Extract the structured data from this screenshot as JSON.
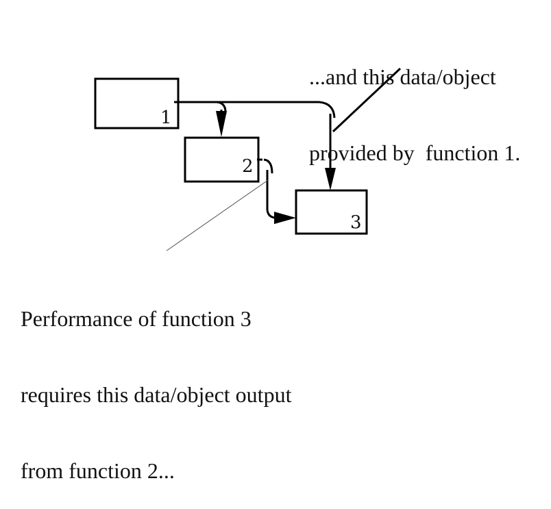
{
  "diagram": {
    "boxes": [
      {
        "id": "function-1",
        "label": "1"
      },
      {
        "id": "function-2",
        "label": "2"
      },
      {
        "id": "function-3",
        "label": "3"
      }
    ],
    "connections": [
      {
        "from": "function-1",
        "to": "function-2",
        "kind": "data-flow"
      },
      {
        "from": "function-1",
        "to": "function-3",
        "kind": "data-flow"
      },
      {
        "from": "function-2",
        "to": "function-3",
        "kind": "data-flow"
      }
    ],
    "callouts": {
      "top": {
        "lines": [
          "...and this data/object",
          "provided by  function 1."
        ]
      },
      "bottom": {
        "lines": [
          "Performance of function 3",
          "requires this data/object output",
          "from function 2..."
        ]
      }
    },
    "colors": {
      "stroke": "#000000",
      "text": "#111111",
      "background": "#ffffff"
    }
  }
}
